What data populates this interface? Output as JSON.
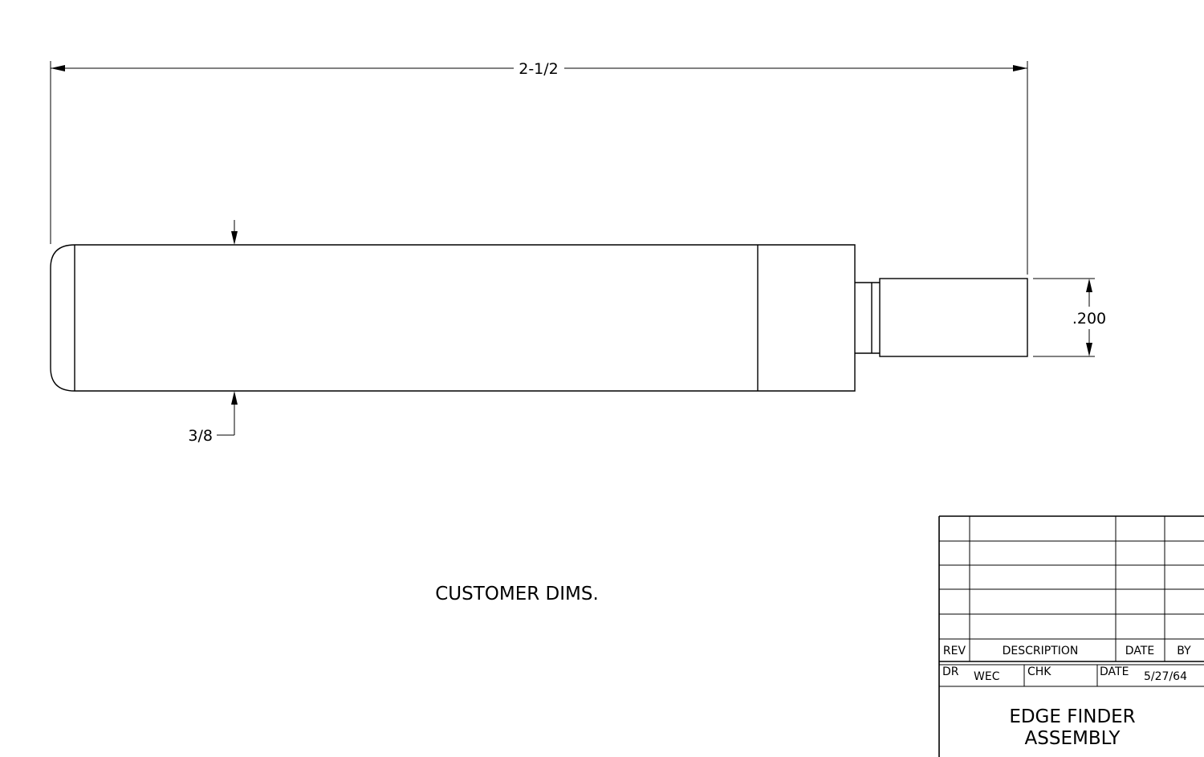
{
  "dimensions": {
    "overall_length": "2-1/2",
    "body_diameter": "3/8",
    "tip_diameter": ".200"
  },
  "notes": {
    "customer_dims": "CUSTOMER DIMS."
  },
  "title_block": {
    "revision_headers": {
      "rev": "REV",
      "description": "DESCRIPTION",
      "date": "DATE",
      "by": "BY"
    },
    "revision_rows": [
      {
        "rev": "",
        "description": "",
        "date": "",
        "by": ""
      },
      {
        "rev": "",
        "description": "",
        "date": "",
        "by": ""
      },
      {
        "rev": "",
        "description": "",
        "date": "",
        "by": ""
      },
      {
        "rev": "",
        "description": "",
        "date": "",
        "by": ""
      },
      {
        "rev": "",
        "description": "",
        "date": "",
        "by": ""
      }
    ],
    "drawn_label": "DR",
    "drawn_value": "WEC",
    "checked_label": "CHK",
    "checked_value": "",
    "date_label": "DATE",
    "date_value": "5/27/64",
    "title_line_1": "EDGE FINDER",
    "title_line_2": "ASSEMBLY"
  }
}
